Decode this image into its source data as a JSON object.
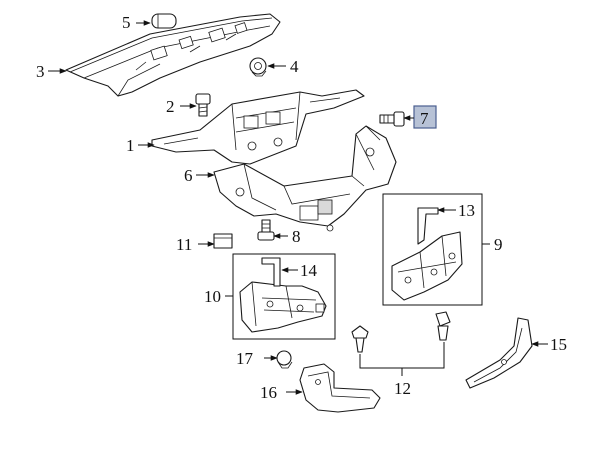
{
  "callouts": {
    "c1": "1",
    "c2": "2",
    "c3": "3",
    "c4": "4",
    "c5": "5",
    "c6": "6",
    "c7": "7",
    "c8": "8",
    "c9": "9",
    "c10": "10",
    "c11": "11",
    "c12": "12",
    "c13": "13",
    "c14": "14",
    "c15": "15",
    "c16": "16",
    "c17": "17"
  },
  "highlight_color": "#b7c2d6"
}
